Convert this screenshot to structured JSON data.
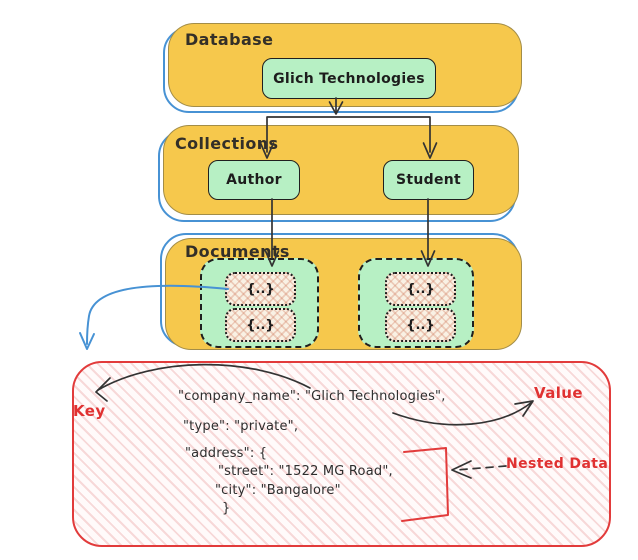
{
  "diagram": {
    "layers": {
      "database": {
        "label": "Database",
        "node": "Glich Technologies"
      },
      "collections": {
        "label": "Collections",
        "nodes": [
          "Author",
          "Student"
        ]
      },
      "documents": {
        "label": "Documents",
        "placeholder": "{..}"
      }
    },
    "json_panel": {
      "lines": [
        "\"company_name\": \"Glich Technologies\",",
        "\"type\": \"private\",",
        "\"address\": {",
        "\"street\": \"1522 MG Road\",",
        "\"city\": \"Bangalore\"",
        "}"
      ],
      "key_label": "Key",
      "value_label": "Value",
      "nested_label": "Nested Data"
    },
    "colors": {
      "layer_fill": "#f6c84c",
      "layer_outline": "#4792d4",
      "node_fill": "#b7f0c4",
      "stroke": "#2f2b28",
      "accent_red": "#e03131"
    }
  }
}
